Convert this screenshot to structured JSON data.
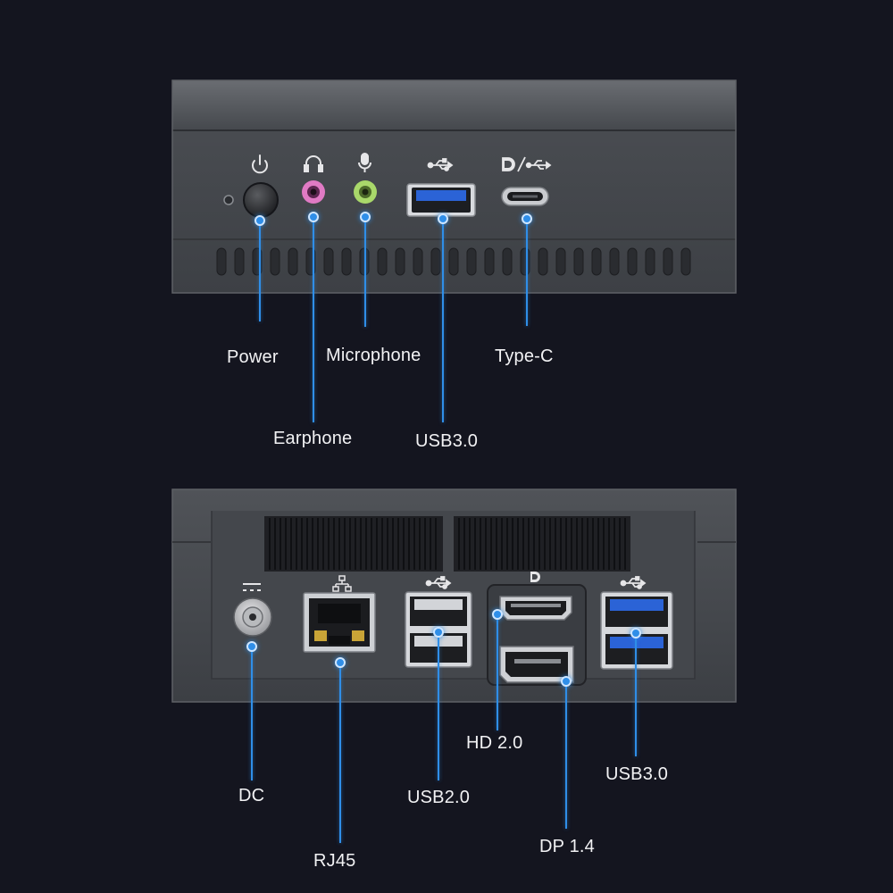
{
  "front_panel": {
    "labels": {
      "power": "Power",
      "earphone": "Earphone",
      "microphone": "Microphone",
      "usb3": "USB3.0",
      "typec": "Type-C"
    },
    "icons": [
      "power-icon",
      "headphone-icon",
      "microphone-icon",
      "usb-icon",
      "displayport-usb-icon"
    ]
  },
  "rear_panel": {
    "labels": {
      "dc": "DC",
      "rj45": "RJ45",
      "usb2": "USB2.0",
      "hd": "HD 2.0",
      "dp": "DP 1.4",
      "usb3": "USB3.0"
    },
    "icons": [
      "dc-icon",
      "ethernet-icon",
      "usb-icon",
      "displayport-icon",
      "usb-icon"
    ]
  },
  "colors": {
    "background": "#14151f",
    "accent": "#2f8ee8",
    "chassis": "#4a4d52",
    "earphone_jack": "#e07ac4",
    "microphone_jack": "#a9d86a",
    "usb3_blue": "#2b63d6"
  }
}
